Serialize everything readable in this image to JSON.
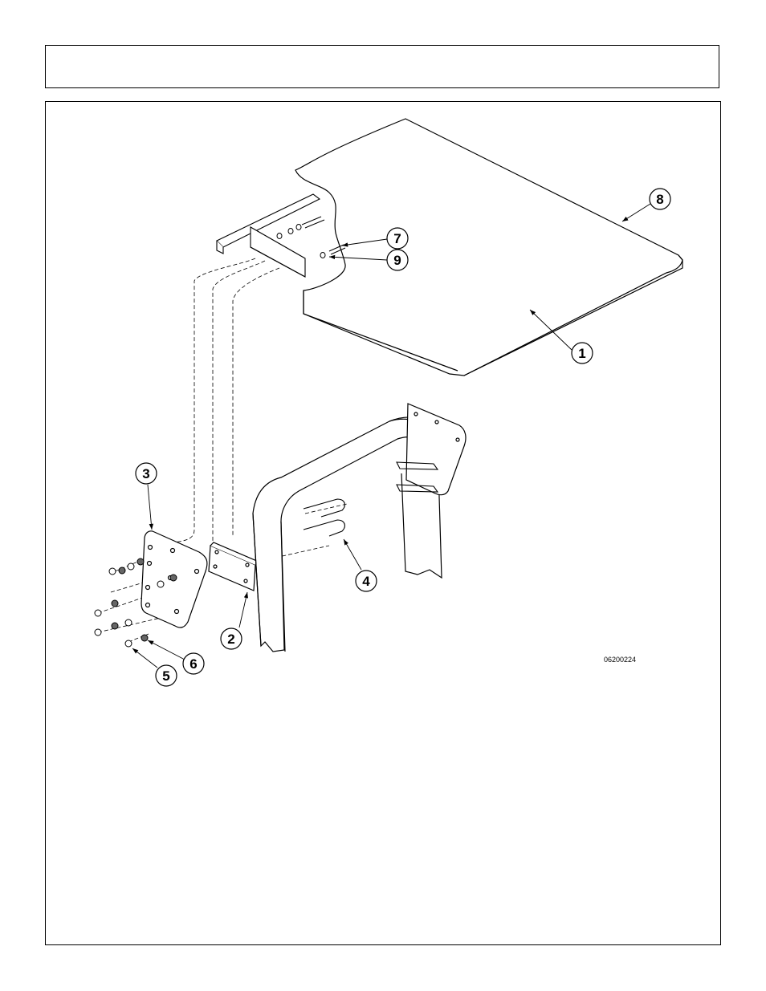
{
  "header": {
    "title": ""
  },
  "figure": {
    "drawing_number": "06200224",
    "callouts": [
      {
        "id": "c1",
        "label": "1"
      },
      {
        "id": "c2",
        "label": "2"
      },
      {
        "id": "c3",
        "label": "3"
      },
      {
        "id": "c4",
        "label": "4"
      },
      {
        "id": "c5",
        "label": "5"
      },
      {
        "id": "c6",
        "label": "6"
      },
      {
        "id": "c7",
        "label": "7"
      },
      {
        "id": "c8",
        "label": "8"
      },
      {
        "id": "c9",
        "label": "9"
      }
    ]
  },
  "colors": {
    "line": "#000000",
    "fill": "#ffffff",
    "shade": "#d9d9d9"
  }
}
